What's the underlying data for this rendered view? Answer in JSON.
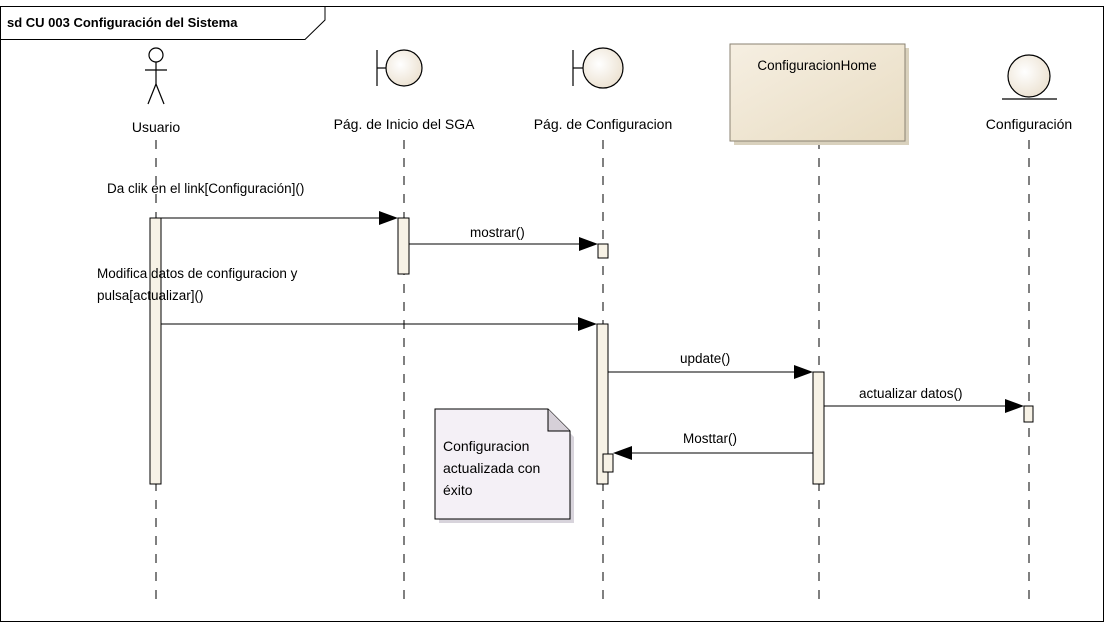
{
  "frame": {
    "title": "sd CU 003 Configuración del Sistema"
  },
  "lifelines": {
    "usuario": {
      "label": "Usuario",
      "kind": "actor"
    },
    "inicio": {
      "label": "Pág. de Inicio del SGA",
      "kind": "boundary"
    },
    "config_page": {
      "label": "Pág. de Configuracion",
      "kind": "boundary"
    },
    "home": {
      "label": "ConfiguracionHome",
      "kind": "class-box"
    },
    "entity": {
      "label": "Configuración",
      "kind": "entity"
    }
  },
  "messages": {
    "m1": "Da clik en el link[Configuración]()",
    "m2": "mostrar()",
    "m3_line1": "Modifica datos de configuracion y",
    "m3_line2": "pulsa[actualizar]()",
    "m4": "update()",
    "m5": "actualizar datos()",
    "m6": "Mosttar()"
  },
  "note": {
    "line1": "Configuracion",
    "line2": "actualizada con",
    "line3": "éxito"
  },
  "colors": {
    "shape_fill": "#f3ebe0",
    "class_box_fill": "#efe6d2",
    "activation_fill": "#f7f2e6",
    "note_fill": "#f4f0f6",
    "line": "#000000"
  }
}
